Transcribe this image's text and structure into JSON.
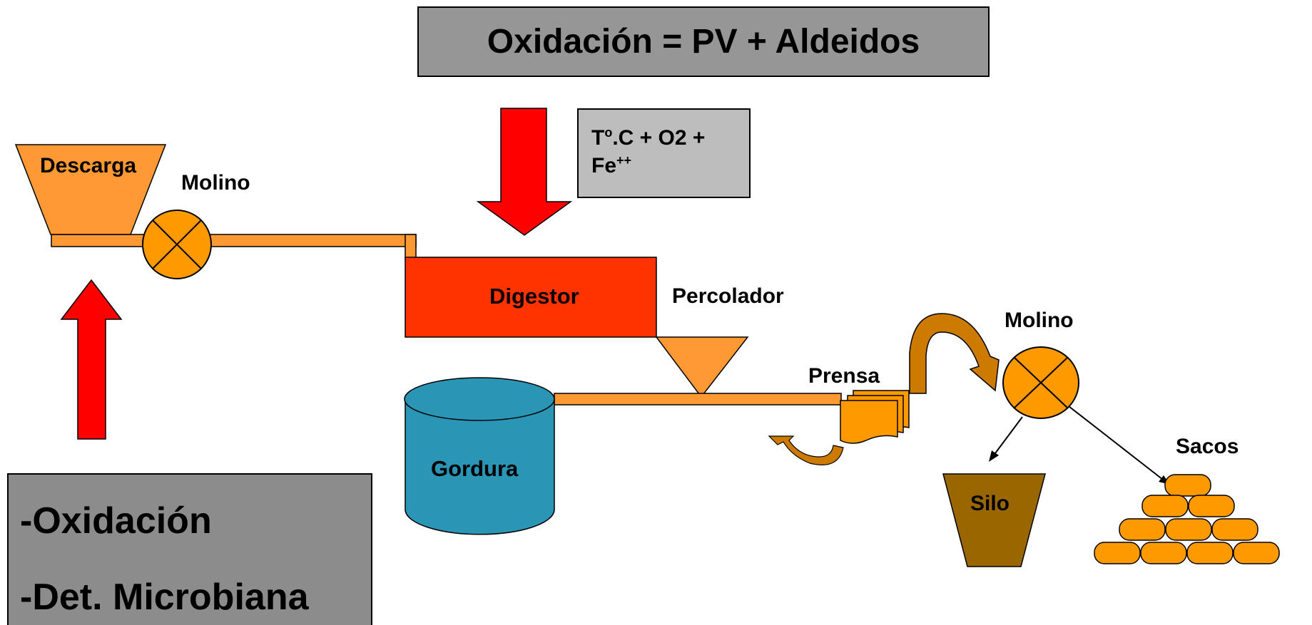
{
  "title": "Oxidación = PV + Aldeidos",
  "conditions": {
    "line1": "T",
    "sup1": "o",
    "line1b": ".C + O2 +",
    "line2": "Fe",
    "sup2": "++"
  },
  "labels": {
    "descarga": "Descarga",
    "molino_1": "Molino",
    "digestor": "Digestor",
    "percolador": "Percolador",
    "molino_2": "Molino",
    "prensa": "Prensa",
    "gordura": "Gordura",
    "silo": "Silo",
    "sacos": "Sacos"
  },
  "problems": [
    "-Oxidación",
    "-Det. Microbiana"
  ],
  "colors": {
    "title_bg": "#969696",
    "conditions_bg": "#bdbdbd",
    "problems_bg": "#8c8c8c",
    "hopper": "#ff9933",
    "pipe": "#ff9933",
    "mill": "#ff9900",
    "digestor": "#ff3300",
    "percolator": "#ff9933",
    "tank": "#2b95b5",
    "silo": "#996600",
    "sacks": "#ff9900",
    "curved_arrow": "#cc7a00",
    "red_arrow": "#ff0000"
  }
}
